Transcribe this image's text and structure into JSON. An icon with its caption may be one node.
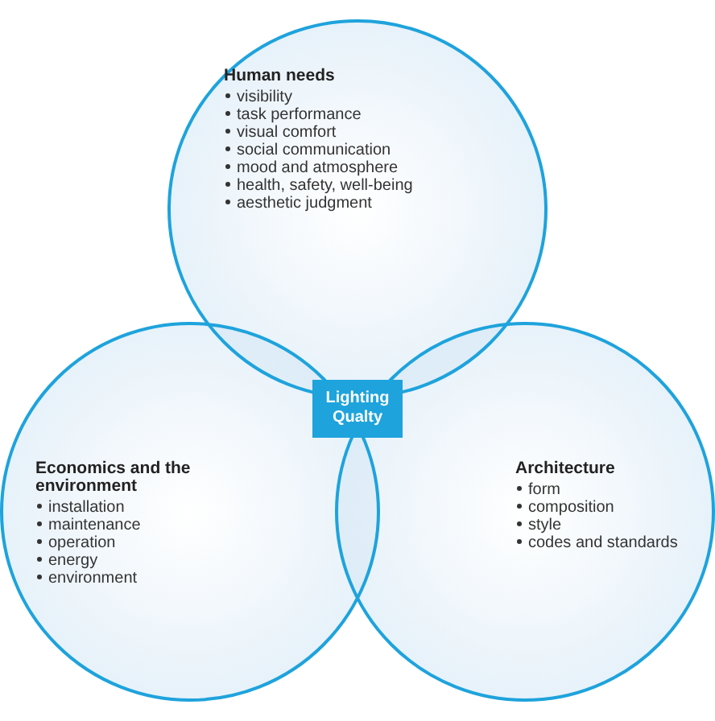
{
  "diagram": {
    "nodes": [
      {
        "text": [
          "Human needs",
          "visibility",
          "task performance",
          "visual comfort",
          "social communication",
          "mood and atmosphere",
          "health, safety, well-being",
          "aesthetic judgment"
        ]
      },
      {
        "text": [
          "Economics and the environment",
          "installation",
          "maintenance",
          "operation",
          "energy",
          "environment"
        ]
      },
      {
        "text": [
          "Architecture",
          "form",
          "composition",
          "style",
          "codes and standards"
        ]
      },
      {
        "text": [
          "Lighting Qualty"
        ]
      }
    ]
  }
}
